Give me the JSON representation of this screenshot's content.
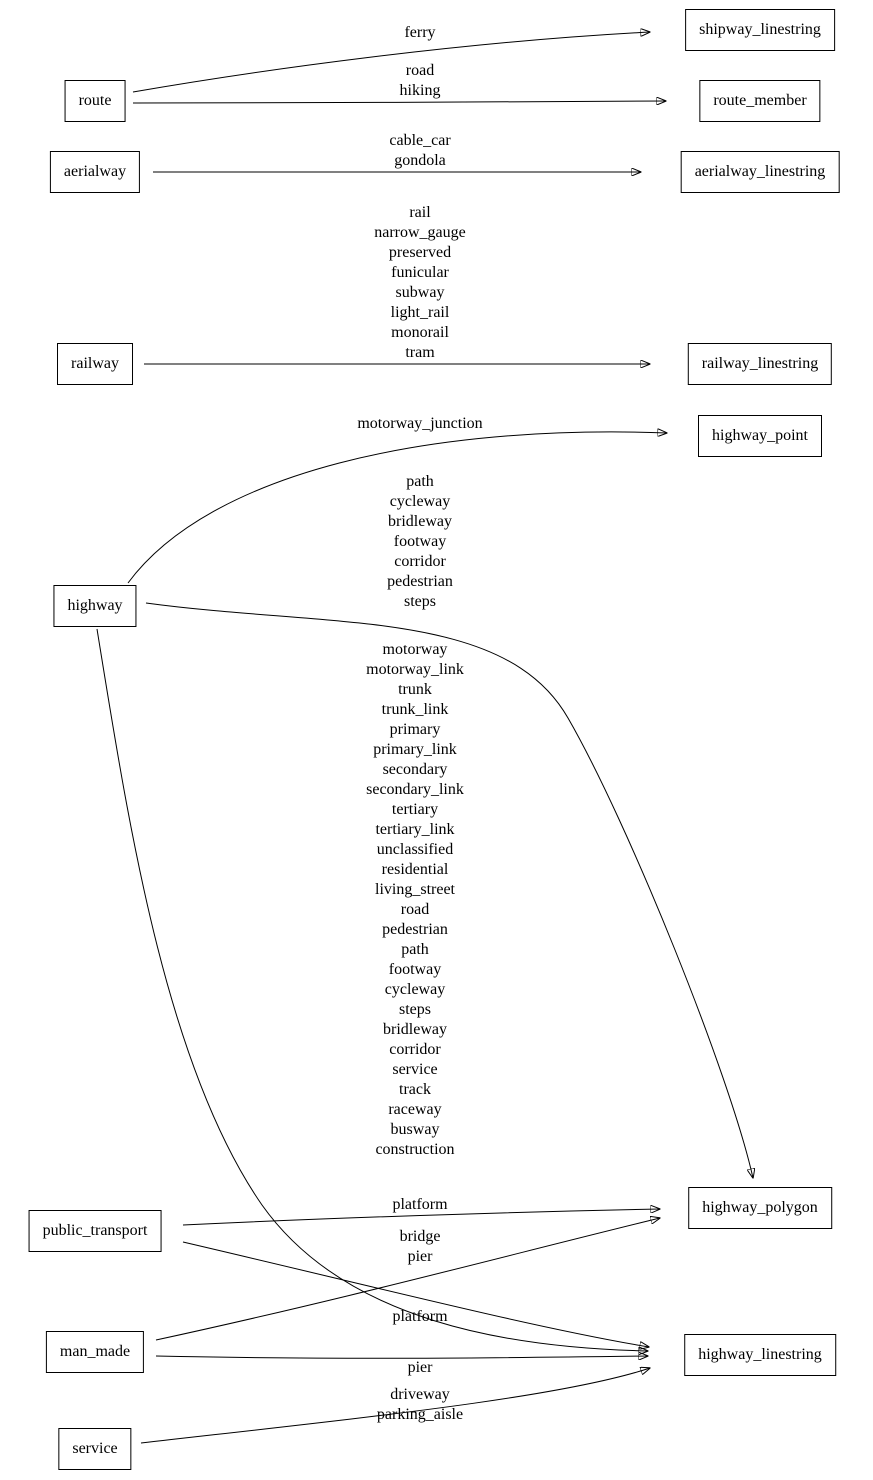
{
  "diagram_type": "directed-graph (graphviz style mapping of OSM tags to output tables)",
  "nodes": [
    {
      "id": "route",
      "label": "route"
    },
    {
      "id": "shipway_linestring",
      "label": "shipway_linestring"
    },
    {
      "id": "route_member",
      "label": "route_member"
    },
    {
      "id": "aerialway",
      "label": "aerialway"
    },
    {
      "id": "aerialway_linestring",
      "label": "aerialway_linestring"
    },
    {
      "id": "railway",
      "label": "railway"
    },
    {
      "id": "railway_linestring",
      "label": "railway_linestring"
    },
    {
      "id": "highway",
      "label": "highway"
    },
    {
      "id": "highway_point",
      "label": "highway_point"
    },
    {
      "id": "highway_polygon",
      "label": "highway_polygon"
    },
    {
      "id": "highway_linestring",
      "label": "highway_linestring"
    },
    {
      "id": "public_transport",
      "label": "public_transport"
    },
    {
      "id": "man_made",
      "label": "man_made"
    },
    {
      "id": "service",
      "label": "service"
    }
  ],
  "edges": [
    {
      "from": "route",
      "to": "shipway_linestring",
      "label": "ferry"
    },
    {
      "from": "route",
      "to": "route_member",
      "label": "road\nhiking"
    },
    {
      "from": "aerialway",
      "to": "aerialway_linestring",
      "label": "cable_car\ngondola"
    },
    {
      "from": "railway",
      "to": "railway_linestring",
      "label": "rail\nnarrow_gauge\npreserved\nfunicular\nsubway\nlight_rail\nmonorail\ntram"
    },
    {
      "from": "highway",
      "to": "highway_point",
      "label": "motorway_junction"
    },
    {
      "from": "highway",
      "to": "highway_polygon",
      "label": "path\ncycleway\nbridleway\nfootway\ncorridor\npedestrian\nsteps"
    },
    {
      "from": "highway",
      "to": "highway_linestring",
      "label": "motorway\nmotorway_link\ntrunk\ntrunk_link\nprimary\nprimary_link\nsecondary\nsecondary_link\ntertiary\ntertiary_link\nunclassified\nresidential\nliving_street\nroad\npedestrian\npath\nfootway\ncycleway\nsteps\nbridleway\ncorridor\nservice\ntrack\nraceway\nbusway\nconstruction"
    },
    {
      "from": "public_transport",
      "to": "highway_polygon",
      "label": "platform"
    },
    {
      "from": "public_transport",
      "to": "highway_linestring",
      "label": "platform"
    },
    {
      "from": "man_made",
      "to": "highway_polygon",
      "label": "bridge\npier"
    },
    {
      "from": "man_made",
      "to": "highway_linestring",
      "label": "pier"
    },
    {
      "from": "service",
      "to": "highway_linestring",
      "label": "driveway\nparking_aisle"
    }
  ]
}
